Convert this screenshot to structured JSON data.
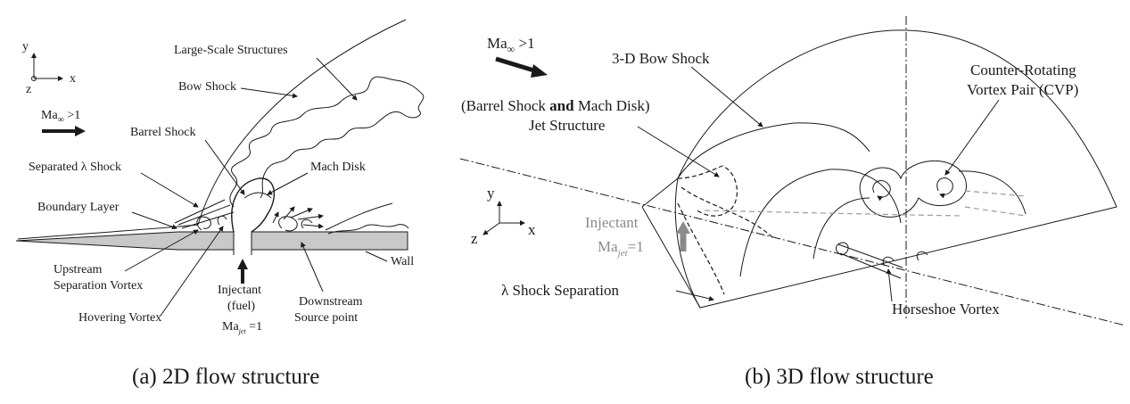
{
  "panel_2d": {
    "caption": "(a) 2D flow structure",
    "axes": {
      "y": "y",
      "x": "x",
      "z": "z"
    },
    "mach_prefix": "Ma",
    "mach_sub": "∞",
    "mach_suffix": " >1",
    "labels": {
      "large_scale": "Large-Scale Structures",
      "bow_shock": "Bow Shock",
      "barrel_shock": "Barrel Shock",
      "separated_shock": "Separated λ Shock",
      "mach_disk": "Mach Disk",
      "boundary_layer": "Boundary Layer",
      "wall": "Wall",
      "upstream_line1": "Upstream",
      "upstream_line2": "Separation Vortex",
      "hovering": "Hovering Vortex",
      "injectant_line1": "Injectant",
      "injectant_line2": "(fuel)",
      "ma_jet_prefix": "Ma",
      "ma_jet_sub": "jet",
      "ma_jet_suffix": " =1",
      "downstream_line1": "Downstream",
      "downstream_line2": "Source point"
    }
  },
  "panel_3d": {
    "caption": "(b) 3D flow structure",
    "axes": {
      "y": "y",
      "x": "x",
      "z": "z"
    },
    "mach_prefix": "Ma",
    "mach_sub": "∞",
    "mach_suffix": " >1",
    "labels": {
      "bow_shock": "3-D Bow Shock",
      "cvp_line1": "Counter-Rotating",
      "cvp_line2": "Vortex Pair (CVP)",
      "barrel_a": "(Barrel Shock ",
      "barrel_and": "and",
      "barrel_b": " Mach Disk)",
      "jet_structure": "Jet Structure",
      "injectant": "Injectant",
      "ma_jet_prefix": "Ma",
      "ma_jet_sub": "jet",
      "ma_jet_suffix": "=1",
      "lambda_sep": "λ Shock Separation",
      "horseshoe": "Horseshoe Vortex"
    }
  }
}
